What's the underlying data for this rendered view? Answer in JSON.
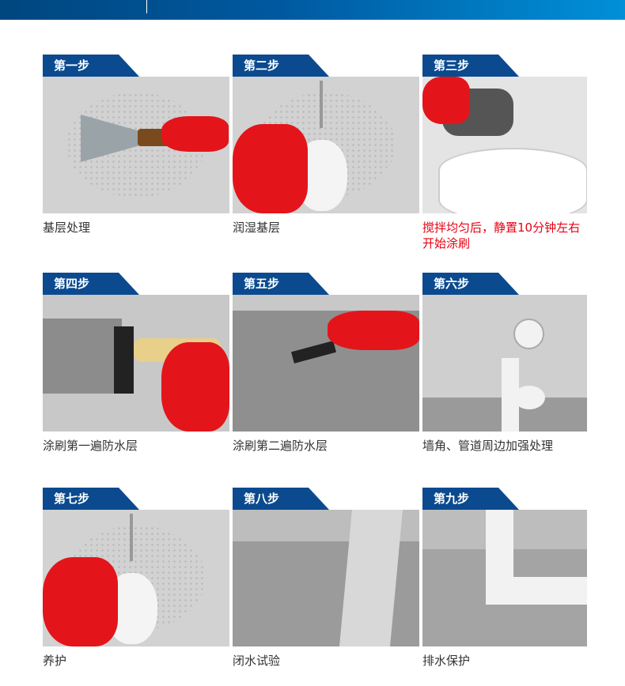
{
  "accent": "#0b4a8f",
  "highlight": "#e60012",
  "steps": [
    {
      "tab": "第一步",
      "label": "基层处理"
    },
    {
      "tab": "第二步",
      "label": "润湿基层"
    },
    {
      "tab": "第三步",
      "label": "搅拌均匀后，静置10分钟左右开始涂刷"
    },
    {
      "tab": "第四步",
      "label": "涂刷第一遍防水层"
    },
    {
      "tab": "第五步",
      "label": "涂刷第二遍防水层"
    },
    {
      "tab": "第六步",
      "label": "墙角、管道周边加强处理"
    },
    {
      "tab": "第七步",
      "label": "养护"
    },
    {
      "tab": "第八步",
      "label": "闭水试验"
    },
    {
      "tab": "第九步",
      "label": "排水保护"
    }
  ]
}
